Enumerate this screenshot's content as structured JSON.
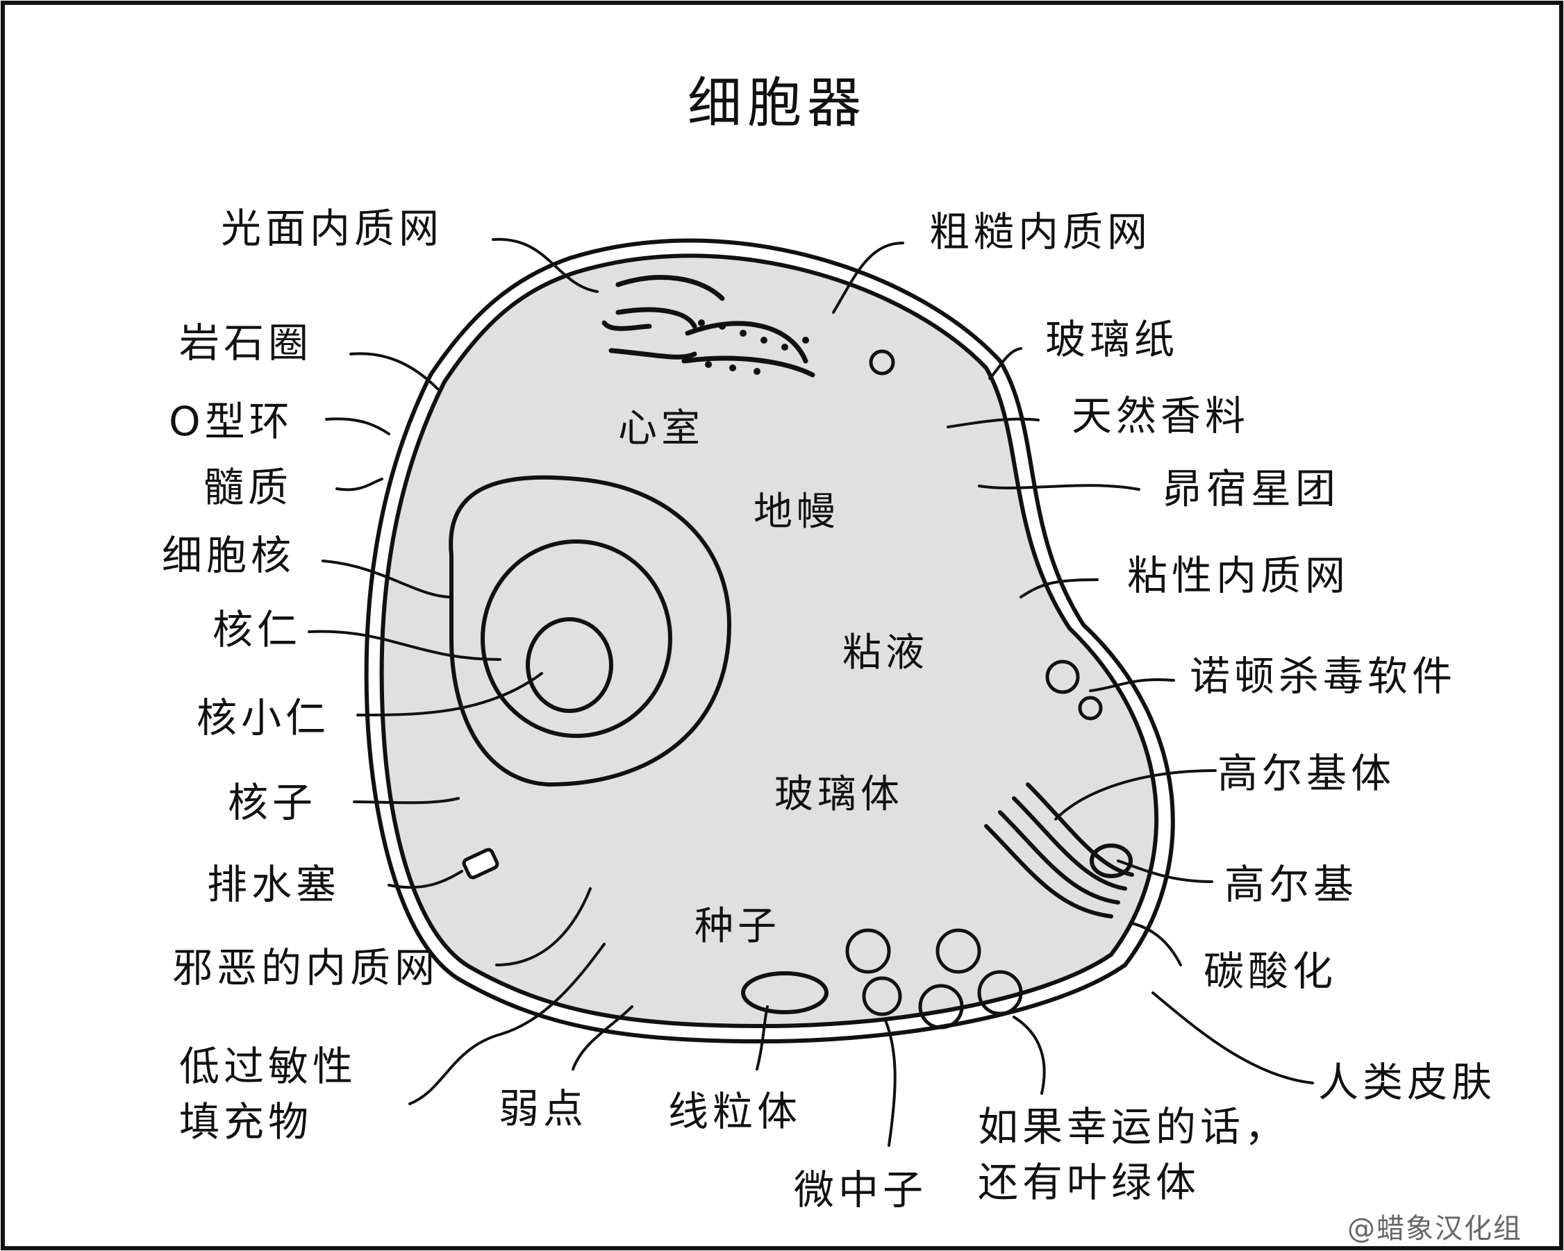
{
  "title": "细胞器",
  "labels": {
    "smooth_er": "光面内质网",
    "rough_er": "粗糙内质网",
    "lithosphere": "岩石圈",
    "cellophane": "玻璃纸",
    "o_ring": "O型环",
    "natural_flavor": "天然香料",
    "medulla": "髓质",
    "pleiades": "昴宿星团",
    "nucleus": "细胞核",
    "sticky_er": "粘性内质网",
    "nucleolus_kernel": "核仁",
    "norton": "诺顿杀毒软件",
    "nucleolus_small": "核小仁",
    "golgi_body": "高尔基体",
    "nucleon": "核子",
    "golgi": "高尔基",
    "drain_plug": "排水塞",
    "carbonation": "碳酸化",
    "evil_er": "邪恶的内质网",
    "hypoallergenic_line1": "低过敏性",
    "hypoallergenic_line2": "填充物",
    "weak_spot": "弱点",
    "mitochondria": "线粒体",
    "neutron": "微中子",
    "chloroplast_line1": "如果幸运的话，",
    "chloroplast_line2": "还有叶绿体",
    "human_skin": "人类皮肤",
    "ventricle": "心室",
    "mantle": "地幔",
    "mucus": "粘液",
    "vitreous": "玻璃体",
    "seeds": "种子"
  },
  "watermark": "@蜡象汉化组"
}
